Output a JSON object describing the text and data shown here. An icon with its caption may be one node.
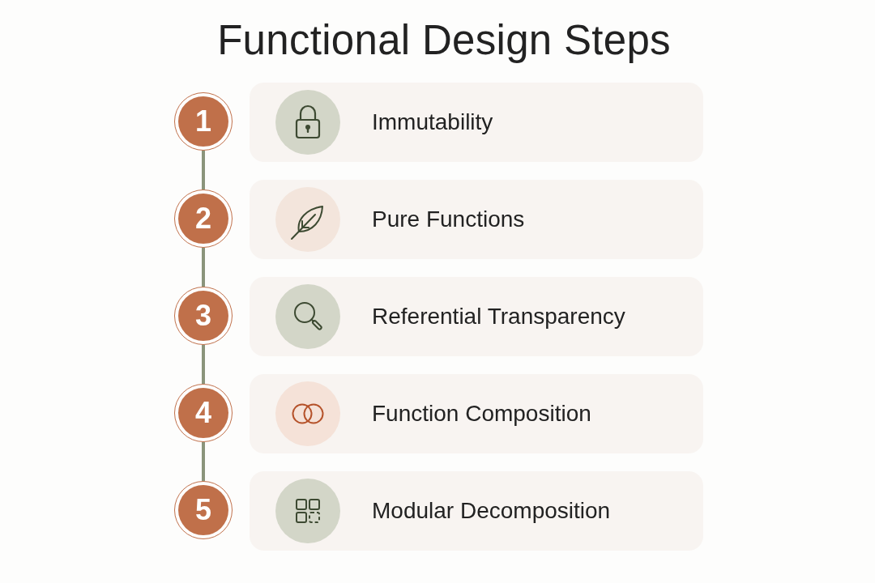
{
  "diagram": {
    "title": "Functional Design Steps",
    "nodes": [
      {
        "text": [
          "1"
        ]
      },
      {
        "text": [
          "Immutability"
        ]
      },
      {
        "text": [
          "2"
        ]
      },
      {
        "text": [
          "Pure Functions"
        ]
      },
      {
        "text": [
          "3"
        ]
      },
      {
        "text": [
          "Referential Transparency"
        ]
      },
      {
        "text": [
          "4"
        ]
      },
      {
        "text": [
          "Function Composition"
        ]
      },
      {
        "text": [
          "5"
        ]
      },
      {
        "text": [
          "Modular Decomposition"
        ]
      }
    ],
    "edges": [
      {
        "from": 0,
        "to": 2,
        "arrow": "none"
      },
      {
        "from": 2,
        "to": 4,
        "arrow": "none"
      },
      {
        "from": 4,
        "to": 6,
        "arrow": "none"
      },
      {
        "from": 6,
        "to": 8,
        "arrow": "none"
      }
    ]
  }
}
